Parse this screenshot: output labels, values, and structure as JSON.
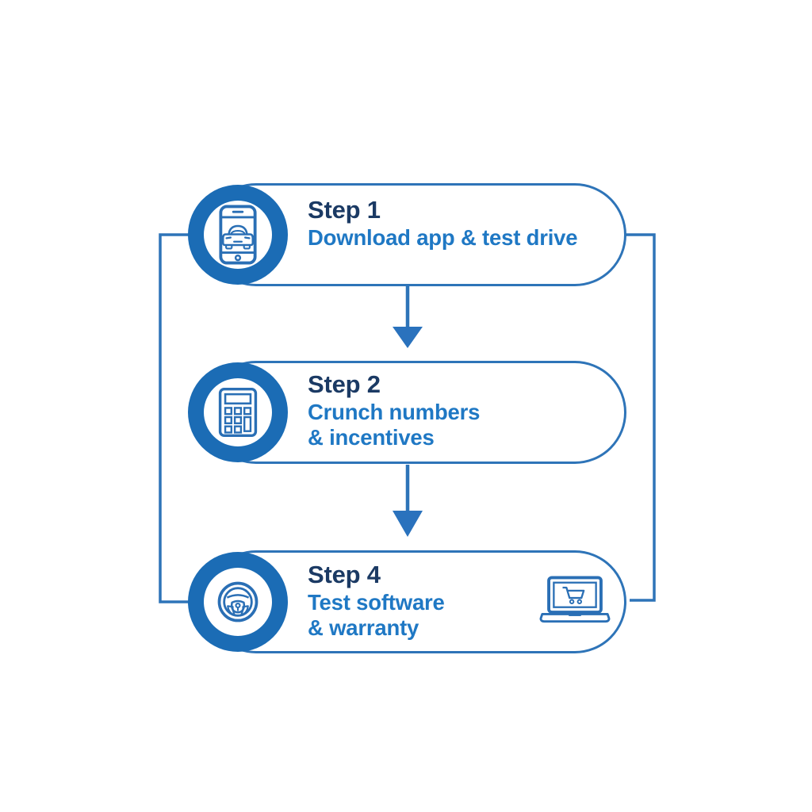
{
  "diagram": {
    "background_color": "#ffffff",
    "accent_colors": {
      "circle_ring_blue": "#1b6cb5",
      "line_and_border_blue": "#2e74b8",
      "step_title_navy": "#1b3a64",
      "step_subtitle_blue": "#1f78c4"
    },
    "steps": [
      {
        "title": "Step 1",
        "subtitle_lines": [
          "Download app & test drive"
        ],
        "icon": "smartphone-car-icon"
      },
      {
        "title": "Step 2",
        "subtitle_lines": [
          "Crunch numbers",
          "& incentives"
        ],
        "icon": "calculator-icon"
      },
      {
        "title": "Step 4",
        "subtitle_lines": [
          "Test software",
          "& warranty"
        ],
        "icon": "steering-wheel-icon",
        "trailing_icon": "laptop-cart-icon"
      }
    ],
    "connectors": {
      "down_arrow_count": 2,
      "arrow_icon": "arrow-down-icon",
      "left_loop": "left-bracket-line",
      "right_loop": "right-bracket-line"
    }
  }
}
